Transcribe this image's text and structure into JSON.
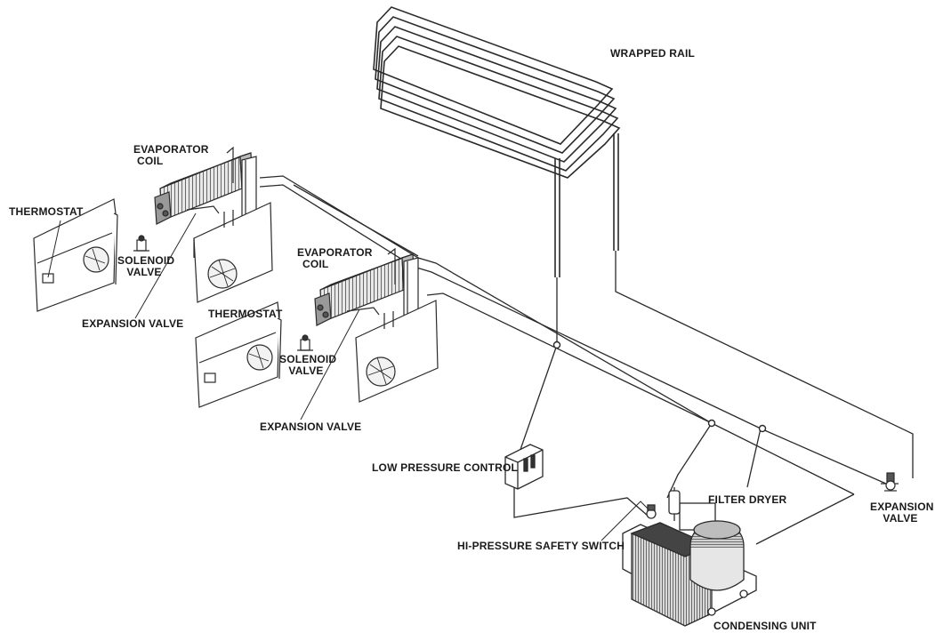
{
  "labels": {
    "wrapped_rail": "WRAPPED RAIL",
    "evap_coil_1_line1": "EVAPORATOR",
    "evap_coil_1_line2": "COIL",
    "thermostat_1": "THERMOSTAT",
    "solenoid_1_line1": "SOLENOID",
    "solenoid_1_line2": "VALVE",
    "expansion_valve_1": "EXPANSION VALVE",
    "evap_coil_2_line1": "EVAPORATOR",
    "evap_coil_2_line2": "COIL",
    "thermostat_2": "THERMOSTAT",
    "solenoid_2_line1": "SOLENOID",
    "solenoid_2_line2": "VALVE",
    "expansion_valve_2": "EXPANSION VALVE",
    "low_pressure_control": "LOW PRESSURE CONTROL",
    "filter_dryer": "FILTER DRYER",
    "hi_pressure_switch": "HI-PRESSURE SAFETY SWITCH",
    "expansion_valve_3_line1": "EXPANSION",
    "expansion_valve_3_line2": "VALVE",
    "condensing_unit": "CONDENSING UNIT"
  },
  "colors": {
    "line": "#2a2a2a",
    "ink": "#1a1a1a",
    "fill_light": "#f2f2f2",
    "fill_mid": "#bdbdbd",
    "fill_dark": "#5a5a5a",
    "background": "#ffffff"
  }
}
